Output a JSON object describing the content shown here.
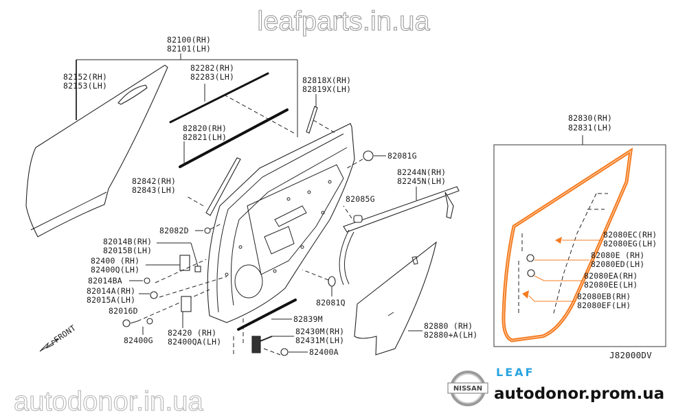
{
  "diagram": {
    "code": "J82000DV",
    "front_indicator": "FRONT",
    "callouts": {
      "door_assy": [
        "82100(RH)",
        "82101(LH)"
      ],
      "outer_panel": [
        "82152(RH)",
        "82153(LH)"
      ],
      "outer_molding": [
        "82282(RH)",
        "82283(LH)"
      ],
      "sash_tape": [
        "82818X(RH)",
        "82819X(LH)"
      ],
      "inner_molding": [
        "82820(RH)",
        "82821(LH)"
      ],
      "clip_g": "82081G",
      "sash_front": [
        "82842(RH)",
        "82843(LH)"
      ],
      "sash_rear": [
        "82244N(RH)",
        "82245N(LH)"
      ],
      "clip_g2": "82085G",
      "bolt_82d": "82082D",
      "bolt_b": [
        "82014B(RH)",
        "82015B(LH)"
      ],
      "hinge_upper": [
        "82400 (RH)",
        "82400Q(LH)"
      ],
      "nut_ba": "82014BA",
      "bolt_a": [
        "82014A(RH)",
        "82015A(LH)"
      ],
      "bolt_d": "82016D",
      "nut_g": "82400G",
      "hinge_lower": [
        "82420 (RH)",
        "82400QA(LH)"
      ],
      "plug_q": "82081Q",
      "seal_m": "82839M",
      "check_link": [
        "82430M(RH)",
        "82431M(LH)"
      ],
      "bolt_a2": "82400A",
      "glass": [
        "82880 (RH)",
        "82880+A(LH)"
      ],
      "weatherstrip": [
        "82830(RH)",
        "82831(LH)"
      ],
      "clip_ec": [
        "82080EC(RH)",
        "82080EG(LH)"
      ],
      "clip_e": [
        "82080E (RH)",
        "82080ED(LH)"
      ],
      "clip_ea": [
        "82080EA(RH)",
        "82080EE(LH)"
      ],
      "clip_eb": [
        "82080EB(RH)",
        "82080EF(LH)"
      ]
    },
    "colors": {
      "line": "#222222",
      "weatherstrip": "#f47b20",
      "leaf_brand": "#29a3e0"
    }
  },
  "watermarks": {
    "top": "leafparts.in.ua",
    "bottom": "autodonor.in.ua"
  },
  "branding": {
    "logo_text": "NISSAN",
    "model": "LEAF",
    "site": "autodonor.prom.ua"
  }
}
